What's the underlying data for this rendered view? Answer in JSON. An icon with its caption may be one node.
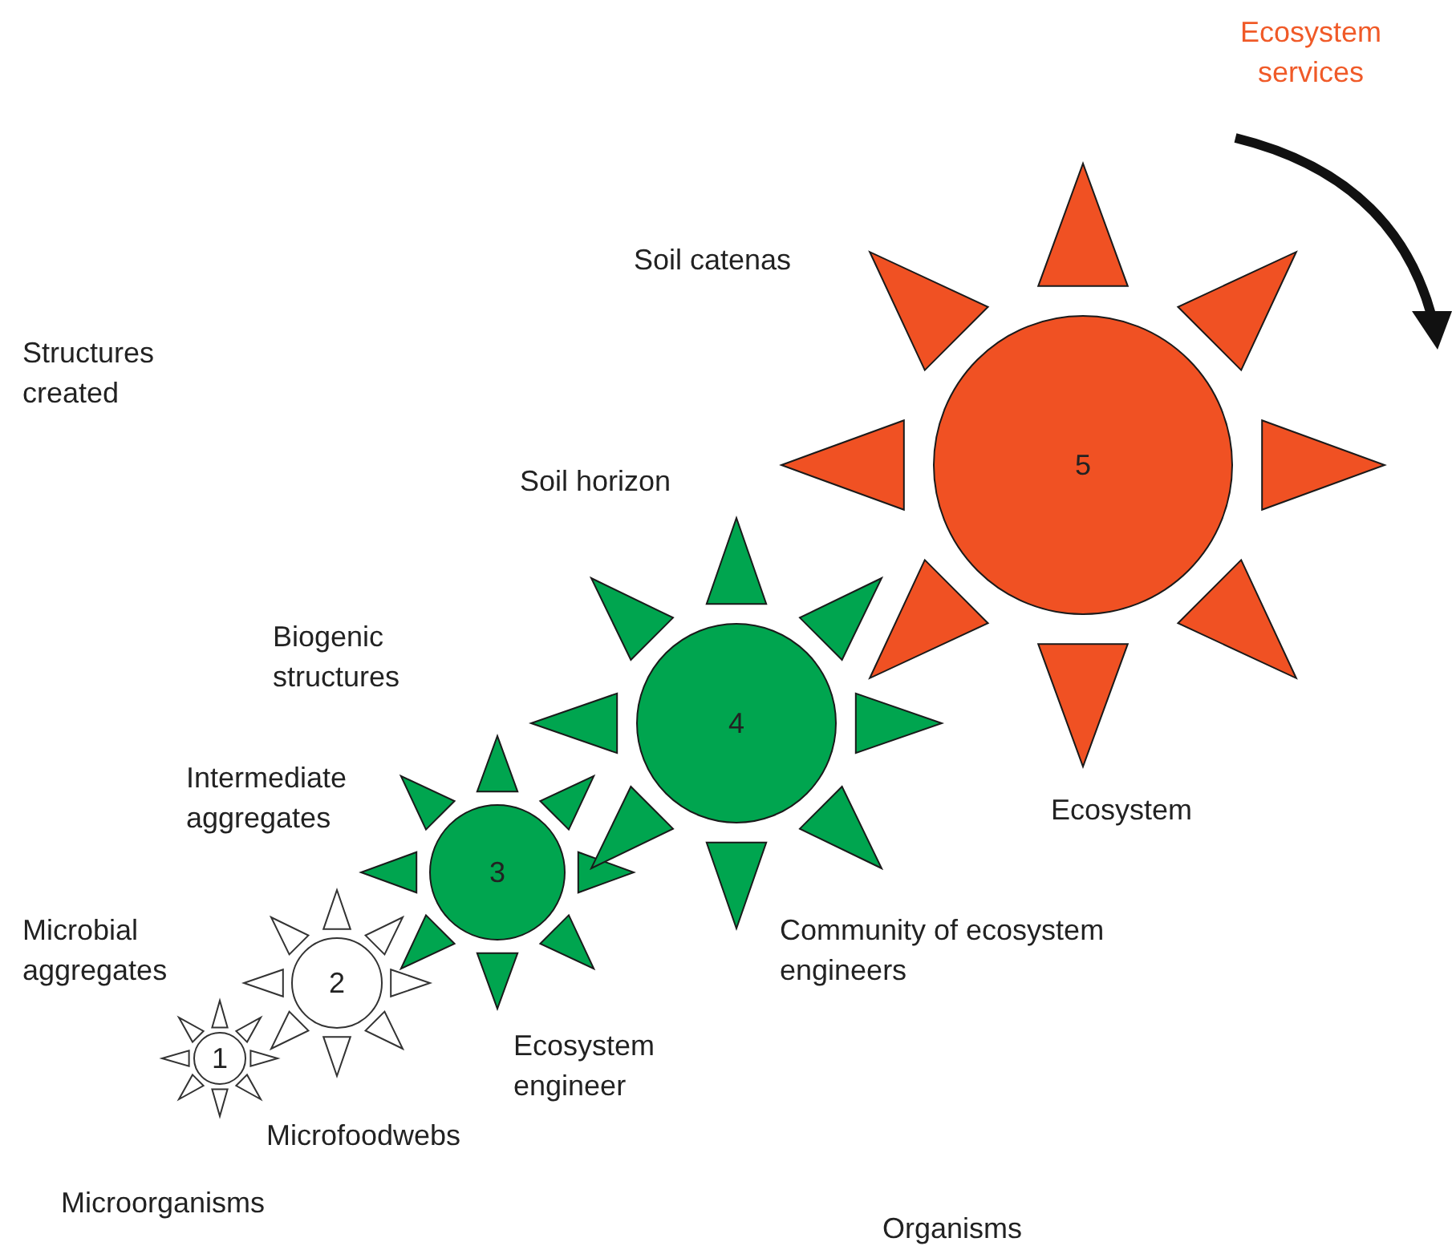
{
  "diagram": {
    "nodes": [
      {
        "text": [
          "1"
        ]
      },
      {
        "text": [
          "2"
        ]
      },
      {
        "text": [
          "3"
        ]
      },
      {
        "text": [
          "4"
        ]
      },
      {
        "text": [
          "5"
        ]
      }
    ],
    "edges": [],
    "labels": [
      "Ecosystem services",
      "Soil catenas",
      "Structures created",
      "Soil horizon",
      "Biogenic structures",
      "Intermediate aggregates",
      "Ecosystem",
      "Microbial aggregates",
      "Community of ecosystem engineers",
      "Ecosystem engineer",
      "Microfoodwebs",
      "Microorganisms",
      "Organisms"
    ]
  }
}
